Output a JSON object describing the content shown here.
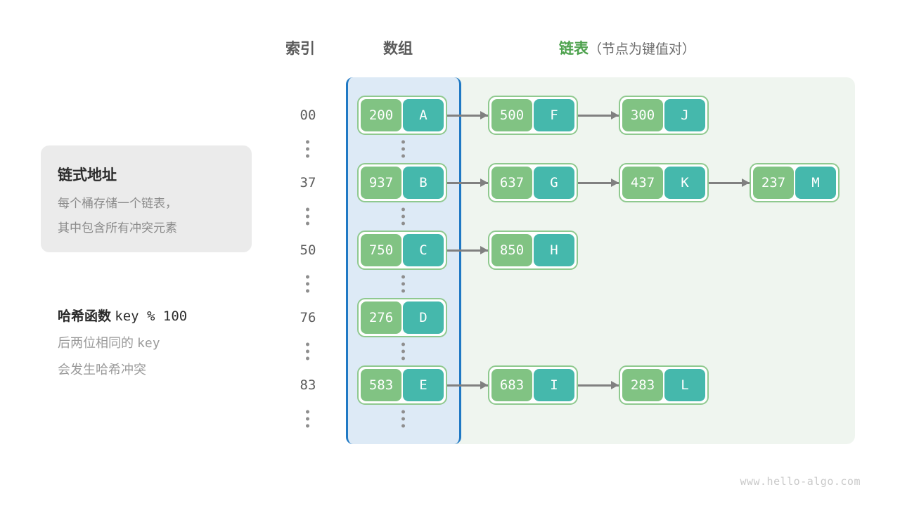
{
  "headers": {
    "index": "索引",
    "array": "数组",
    "list_accent": "链表",
    "list_sub": "（节点为键值对）"
  },
  "info_card": {
    "title": "链式地址",
    "line1": "每个桶存储一个链表，",
    "line2": "其中包含所有冲突元素"
  },
  "hash_note": {
    "title_label": "哈希函数",
    "title_expr": "key % 100",
    "line1_pre": "后两位相同的",
    "line1_mono": "key",
    "line2": "会发生哈希冲突"
  },
  "colors": {
    "key_cell": "#81c383",
    "value_cell": "#45b8ac",
    "node_border": "#8fc98f",
    "array_panel_bg": "#ddeaf6",
    "array_panel_border": "#2079c4",
    "list_panel_bg": "#eff5ef",
    "arrow": "#808080",
    "accent_green": "#4ea24e",
    "card_bg": "#ebebeb"
  },
  "rows": [
    {
      "index": "00",
      "nodes": [
        {
          "key": "200",
          "value": "A"
        },
        {
          "key": "500",
          "value": "F"
        },
        {
          "key": "300",
          "value": "J"
        }
      ]
    },
    {
      "index": "37",
      "nodes": [
        {
          "key": "937",
          "value": "B"
        },
        {
          "key": "637",
          "value": "G"
        },
        {
          "key": "437",
          "value": "K"
        },
        {
          "key": "237",
          "value": "M"
        }
      ]
    },
    {
      "index": "50",
      "nodes": [
        {
          "key": "750",
          "value": "C"
        },
        {
          "key": "850",
          "value": "H"
        }
      ]
    },
    {
      "index": "76",
      "nodes": [
        {
          "key": "276",
          "value": "D"
        }
      ]
    },
    {
      "index": "83",
      "nodes": [
        {
          "key": "583",
          "value": "E"
        },
        {
          "key": "683",
          "value": "I"
        },
        {
          "key": "283",
          "value": "L"
        }
      ]
    }
  ],
  "footer": {
    "watermark": "www.hello-algo.com"
  }
}
